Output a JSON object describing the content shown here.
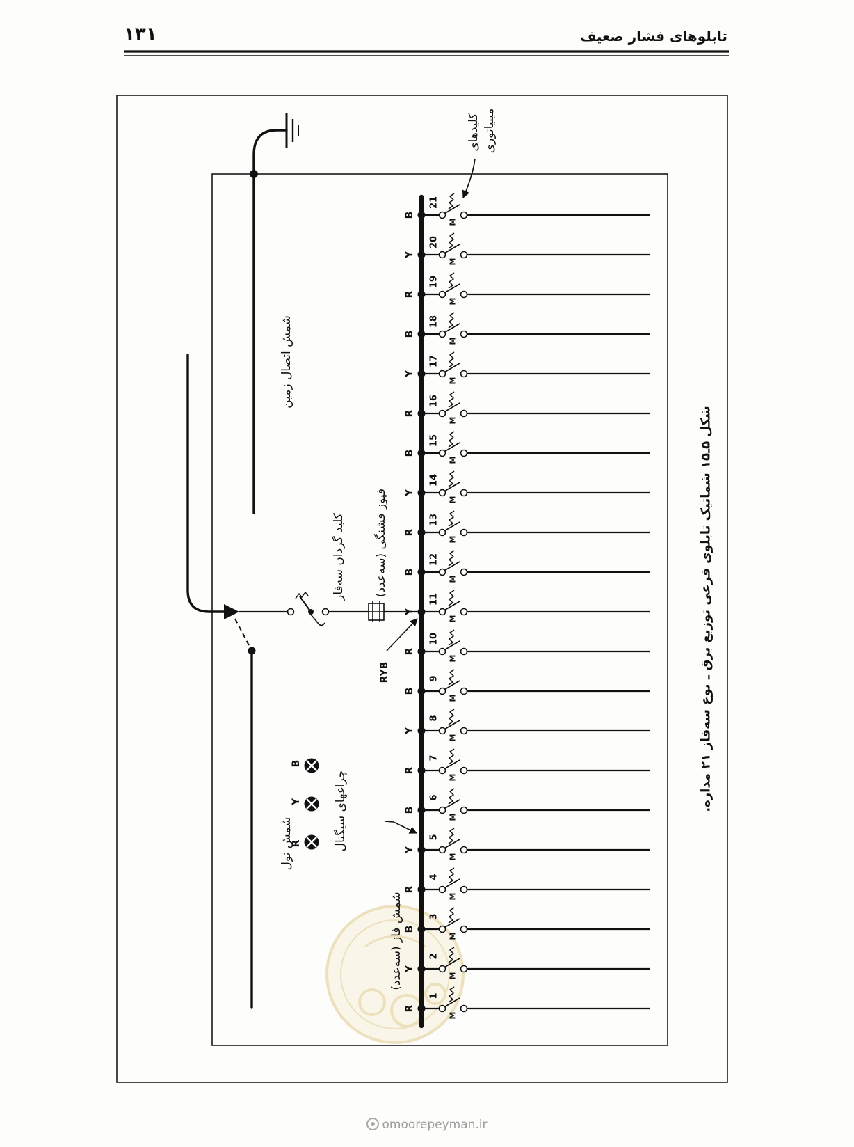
{
  "header": {
    "page_number": "۱۳۱",
    "title": "تابلوهای فشار ضعیف"
  },
  "diagram": {
    "labels": {
      "miniature_breakers": [
        "کلیدهای",
        "مینیاتوری"
      ],
      "earth_bar": "شمش اتصال زمین",
      "rotary_switch": "کلید گردان سه‌فاز",
      "cartridge_fuse": "فیوز فشنگی (سه‌عدد)",
      "switch_phases": "RYB",
      "phase_bar": "شمش فاز (سه‌عدد)",
      "neutral_bar": "شمش نول",
      "signal_lamps": "چراغهای سیگنال"
    },
    "signal_lamps": [
      {
        "phase": "R"
      },
      {
        "phase": "Y"
      },
      {
        "phase": "B"
      }
    ],
    "breaker_label": "M",
    "circuits": [
      {
        "number": "1",
        "phase": "R"
      },
      {
        "number": "2",
        "phase": "Y"
      },
      {
        "number": "3",
        "phase": "B"
      },
      {
        "number": "4",
        "phase": "R"
      },
      {
        "number": "5",
        "phase": "Y"
      },
      {
        "number": "6",
        "phase": "B"
      },
      {
        "number": "7",
        "phase": "R"
      },
      {
        "number": "8",
        "phase": "Y"
      },
      {
        "number": "9",
        "phase": "B"
      },
      {
        "number": "10",
        "phase": "R"
      },
      {
        "number": "11",
        "phase": "Y"
      },
      {
        "number": "12",
        "phase": "B"
      },
      {
        "number": "13",
        "phase": "R"
      },
      {
        "number": "14",
        "phase": "Y"
      },
      {
        "number": "15",
        "phase": "B"
      },
      {
        "number": "16",
        "phase": "R"
      },
      {
        "number": "17",
        "phase": "Y"
      },
      {
        "number": "18",
        "phase": "B"
      },
      {
        "number": "19",
        "phase": "R"
      },
      {
        "number": "20",
        "phase": "Y"
      },
      {
        "number": "21",
        "phase": "B"
      }
    ]
  },
  "caption": "شکل ۵ـ۱۵  شماتیک تابلوی فرعی توزیع برق ـ نوع سه‌فاز ۲۱ مداره.",
  "footer": {
    "watermark": "omoorepeyman.ir"
  },
  "colors": {
    "ink": "#111111",
    "paper": "#fdfdfb",
    "watermark": "#e3cf95"
  }
}
